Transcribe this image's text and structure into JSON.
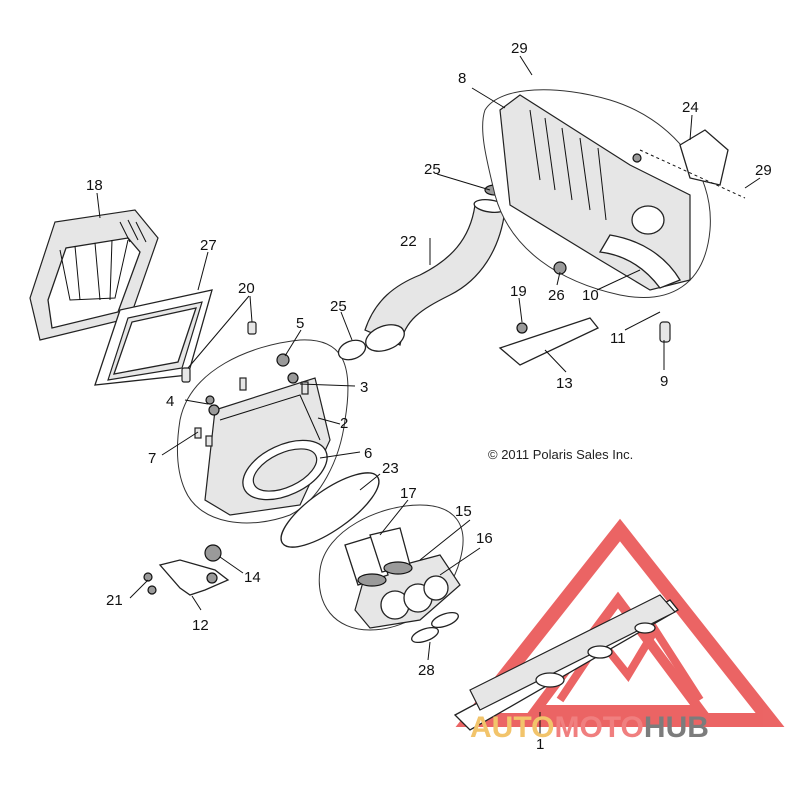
{
  "diagram": {
    "copyright": "© 2011 Polaris Sales Inc.",
    "watermark": {
      "auto": "AUTO",
      "moto": "MOTO",
      "hub": "HUB",
      "color_triangle": "#e84a4a"
    },
    "callouts": {
      "c1": "1",
      "c2": "2",
      "c3": "3",
      "c4": "4",
      "c5": "5",
      "c6": "6",
      "c7": "7",
      "c8": "8",
      "c9": "9",
      "c10": "10",
      "c11": "11",
      "c12": "12",
      "c13": "13",
      "c14": "14",
      "c15": "15",
      "c16": "16",
      "c17": "17",
      "c18": "18",
      "c19": "19",
      "c20": "20",
      "c21": "21",
      "c22": "22",
      "c23": "23",
      "c24": "24",
      "c25a": "25",
      "c25b": "25",
      "c26": "26",
      "c27": "27",
      "c28": "28",
      "c29a": "29",
      "c29b": "29"
    }
  }
}
